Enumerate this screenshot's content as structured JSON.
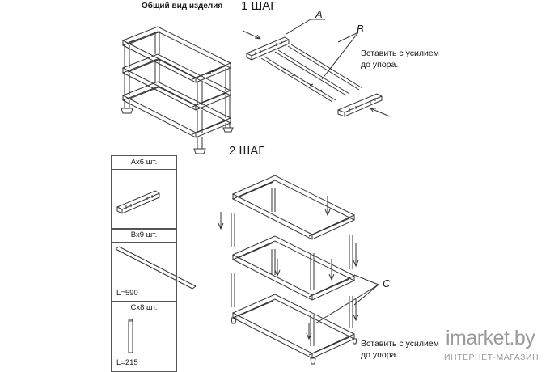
{
  "header": {
    "overview_title": "Общий вид изделия",
    "step1_title": "1 ШАГ",
    "step2_title": "2 ШАГ"
  },
  "labels": {
    "a": "A",
    "b": "B",
    "c": "C"
  },
  "instructions": {
    "step1_line1": "Вставить с усилием",
    "step1_line2": "до упора.",
    "step2_line1": "Вставить с усилием",
    "step2_line2": "до упора."
  },
  "parts": [
    {
      "title": "Ах6 шт.",
      "length": ""
    },
    {
      "title": "Вх9 шт.",
      "length": "L=590"
    },
    {
      "title": "Сх8 шт.",
      "length": "L=215"
    }
  ],
  "watermark": {
    "brand": "imarket.by",
    "tagline": "ИНТЕРНЕТ-МАГАЗИН"
  },
  "colors": {
    "line": "#333333",
    "watermark": "#9a9a9a"
  }
}
